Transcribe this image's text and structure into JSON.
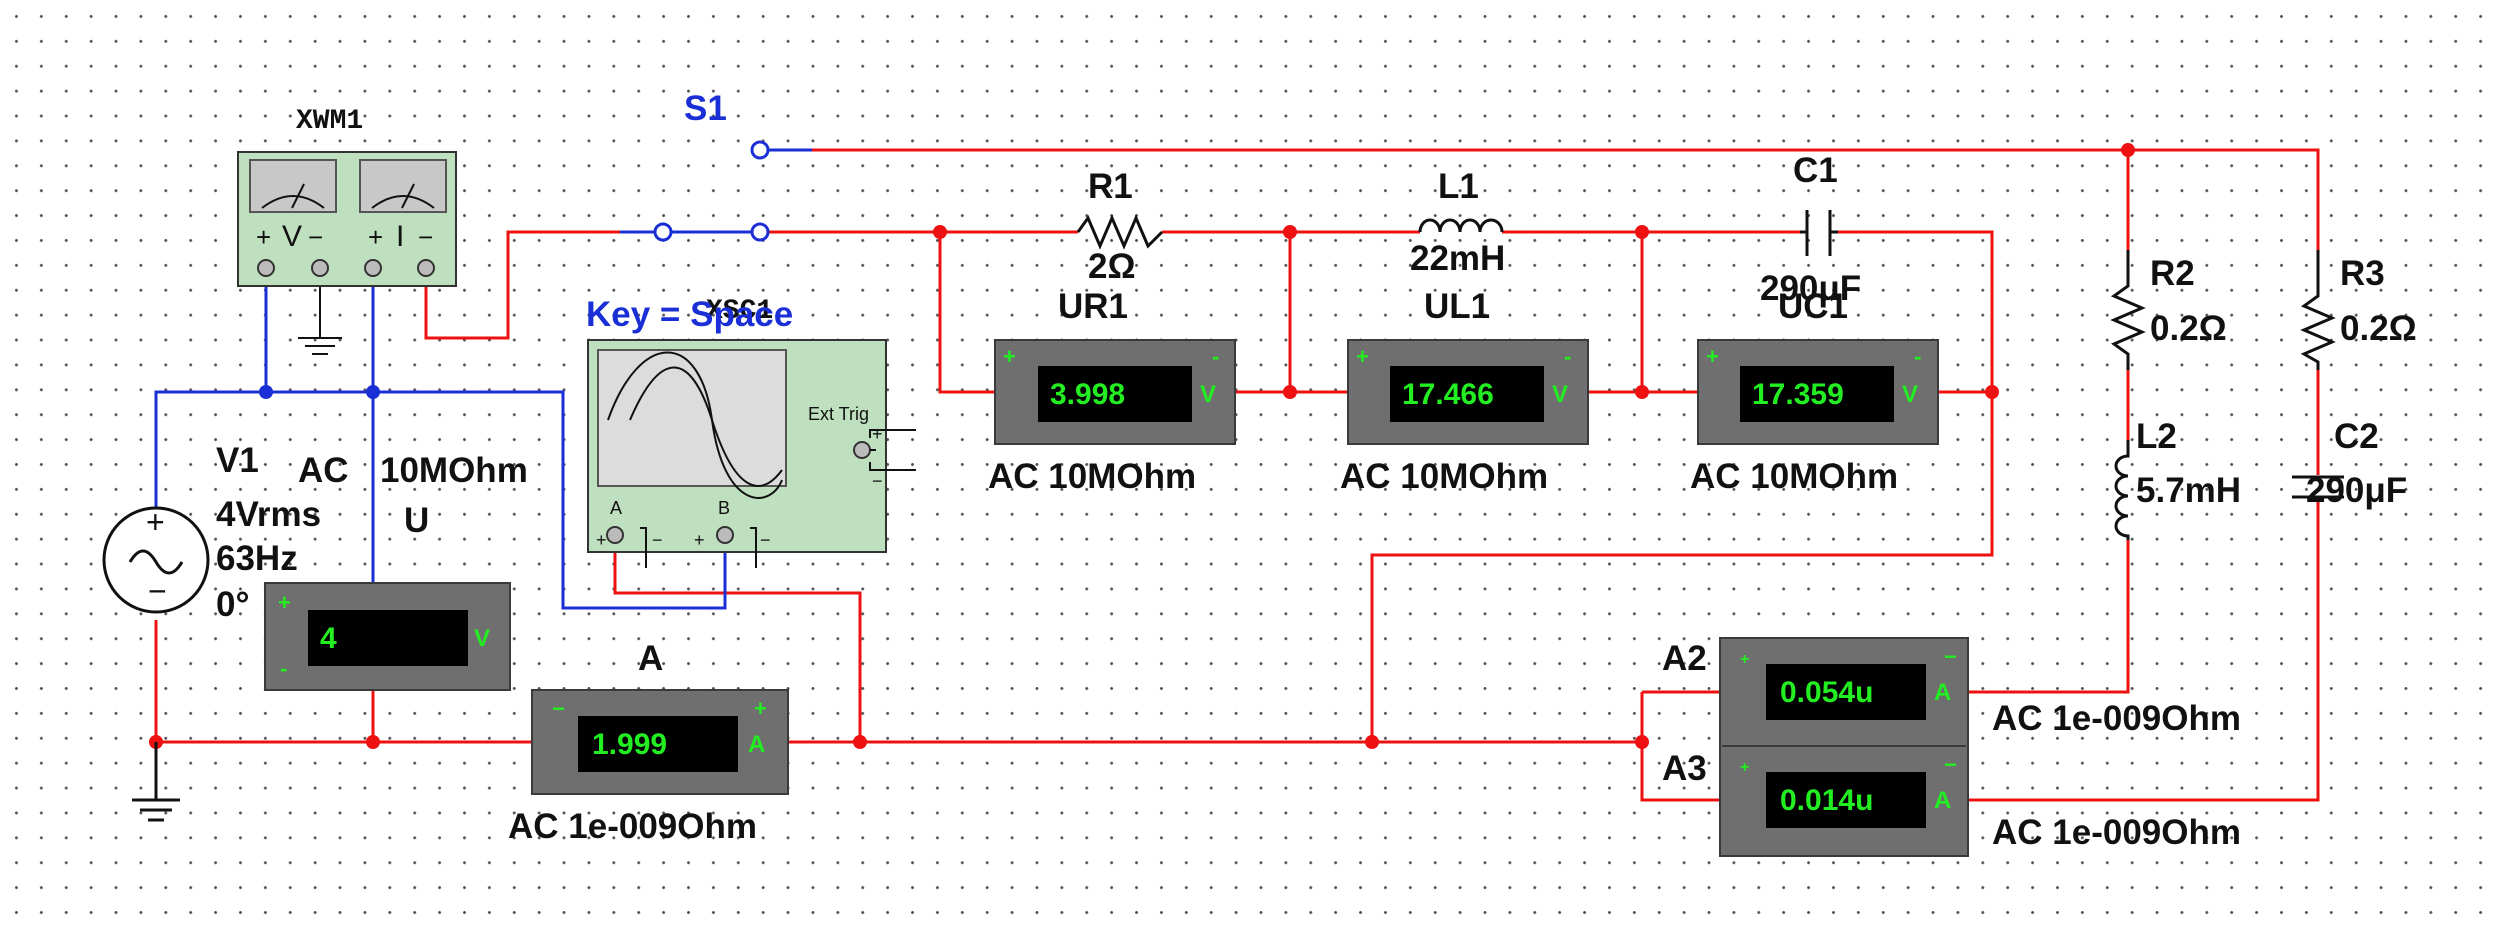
{
  "labels": {
    "wattmeter": "XWM1",
    "switch": "S1",
    "scope": "XSC1",
    "key_hint": "Key = Space",
    "r1": "R1",
    "r1_val": "2Ω",
    "l1": "L1",
    "l1_val": "22mH",
    "c1": "C1",
    "c1_val": "290μF",
    "r2": "R2",
    "r2_val": "0.2Ω",
    "r3": "R3",
    "r3_val": "0.2Ω",
    "l2": "L2",
    "l2_val": "5.7mH",
    "c2": "C2",
    "c2_val": "290μF",
    "v1": "V1",
    "v1_amp": "4Vrms",
    "v1_freq": "63Hz",
    "v1_phase": "0°",
    "ext_trig": "Ext Trig",
    "scope_a": "A",
    "scope_b": "B",
    "wm_v": "V",
    "wm_i": "I"
  },
  "meters": {
    "ur1": {
      "name": "UR1",
      "value": "3.998",
      "unit": "V",
      "mode": "AC  10MOhm"
    },
    "ul1": {
      "name": "UL1",
      "value": "17.466",
      "unit": "V",
      "mode": "AC  10MOhm"
    },
    "uc1": {
      "name": "UC1",
      "value": "17.359",
      "unit": "V",
      "mode": "AC  10MOhm"
    },
    "u": {
      "name": "U",
      "value": "4",
      "unit": "V",
      "mode_ac": "AC",
      "mode_r": "10MOhm"
    },
    "a": {
      "name": "A",
      "value": "1.999",
      "unit": "A",
      "mode": "AC  1e-009Ohm"
    },
    "a2": {
      "name": "A2",
      "value": "0.054u",
      "unit": "A",
      "mode": "AC  1e-009Ohm"
    },
    "a3": {
      "name": "A3",
      "value": "0.014u",
      "unit": "A",
      "mode": "AC  1e-009Ohm"
    }
  },
  "colors": {
    "wire_red": "#ee1111",
    "wire_blue": "#1a2fd6",
    "meter_text": "#22ee22"
  }
}
